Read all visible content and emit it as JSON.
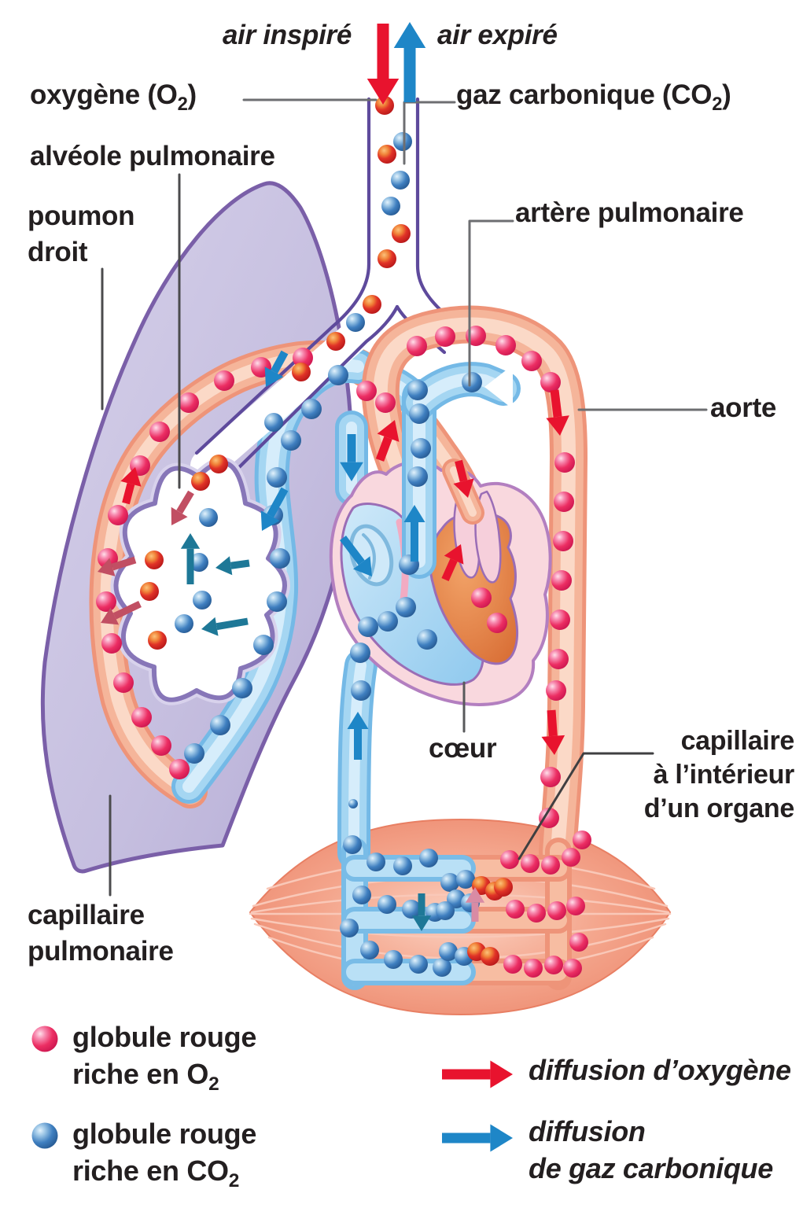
{
  "colors": {
    "text": "#231f20",
    "red_arrow": "#e8132e",
    "blue_arrow": "#1e86c7",
    "teal_arrow": "#1e7897",
    "dark_red_arrow": "#c14f63",
    "mauve_arrow": "#d98ba4",
    "pink_globule": "#ec2e63",
    "blue_globule": "#3f80c0",
    "red_molecule": "#e03227",
    "lung_fill": "#c5bedf",
    "vessel_red": "#f5b59a",
    "vessel_blue": "#a5d6f2"
  },
  "labels": {
    "air_inspire": "air inspiré",
    "air_expire": "air expiré",
    "oxygene": {
      "pre": "oxygène (O",
      "sub": "2",
      "post": ")"
    },
    "gaz_carbonique": {
      "pre": "gaz carbonique (CO",
      "sub": "2",
      "post": ")"
    },
    "alveole": "alvéole pulmonaire",
    "poumon": {
      "line1": "poumon",
      "line2": "droit"
    },
    "artere_pulmonaire": "artère pulmonaire",
    "aorte": "aorte",
    "coeur": "cœur",
    "capillaire_organe": {
      "line1": "capillaire",
      "line2": "à l’intérieur",
      "line3": "d’un organe"
    },
    "capillaire_pulmonaire": {
      "line1": "capillaire",
      "line2": "pulmonaire"
    }
  },
  "legend": {
    "globule_o2": {
      "line1": "globule rouge",
      "line2_pre": "riche en O",
      "line2_sub": "2"
    },
    "globule_co2": {
      "line1": "globule rouge",
      "line2_pre": "riche en CO",
      "line2_sub": "2"
    },
    "diffusion_o2": "diffusion d’oxygène",
    "diffusion_co2": {
      "line1": "diffusion",
      "line2": "de gaz carbonique"
    }
  }
}
